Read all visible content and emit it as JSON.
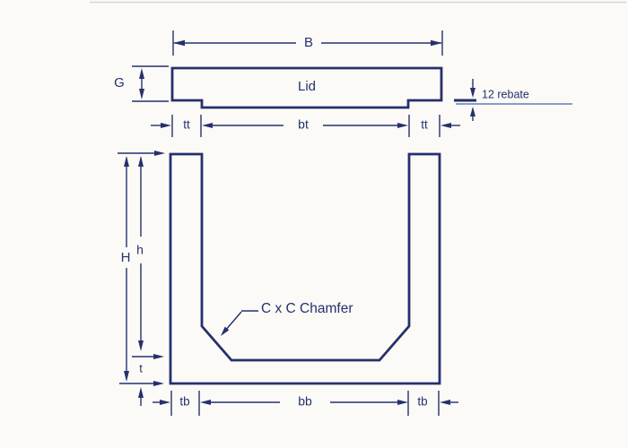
{
  "diagram": {
    "type": "engineering-cross-section",
    "subject": "U-channel with lid",
    "labels": {
      "overall_width": "B",
      "lid": "Lid",
      "lid_thickness": "G",
      "rebate_note": "12 rebate",
      "top_wall_thickness": "tt",
      "top_opening_width": "bt",
      "overall_height": "H",
      "internal_height": "h",
      "chamfer_note": "C x C Chamfer",
      "base_thickness": "t",
      "bottom_wall_thickness": "tb",
      "bottom_internal_width": "bb"
    },
    "colors": {
      "line": "#26306e",
      "rebate_line": "#6280b8",
      "paper": "#fbfaf6",
      "scan_streak": "#d5d6d2"
    }
  }
}
